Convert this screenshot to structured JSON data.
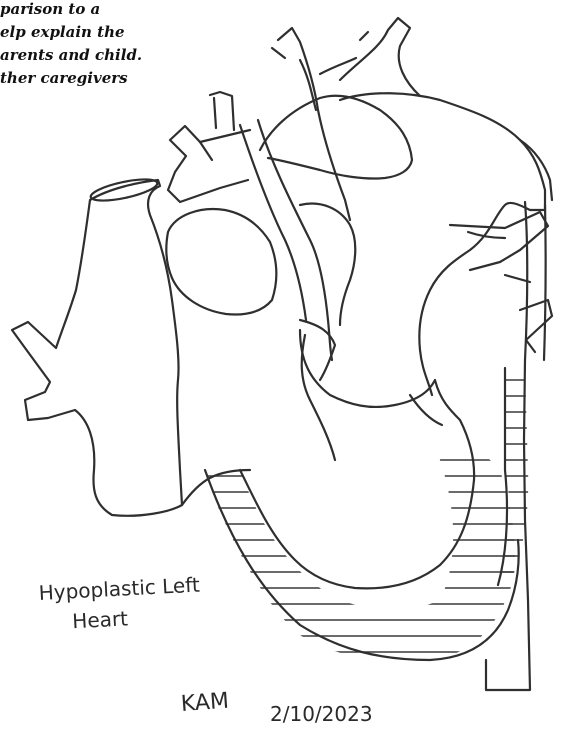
{
  "caption": {
    "lines": [
      "parison to a",
      "elp explain the",
      "arents and child.",
      "ther caregivers"
    ]
  },
  "drawing": {
    "label_line1": "Hypoplastic Left",
    "label_line2": "Heart",
    "signature_initials": "KAM",
    "date": "2/10/2023"
  },
  "colors": {
    "ink": "#2f2f2f",
    "paper": "#ffffff",
    "caption_text": "#111111"
  }
}
